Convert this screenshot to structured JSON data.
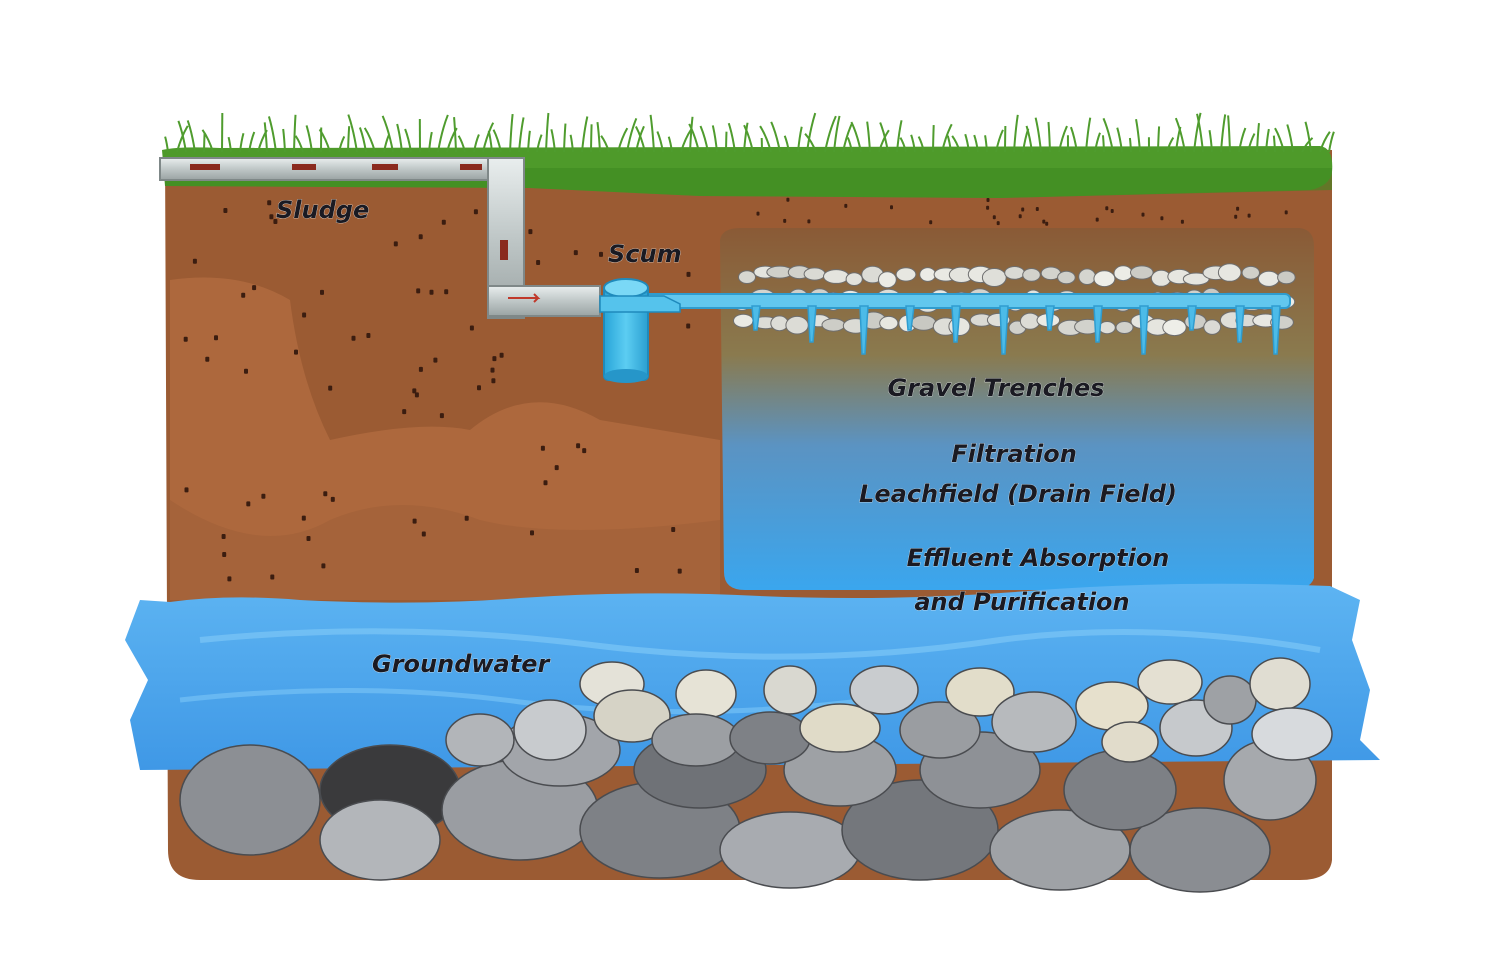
{
  "labels": {
    "sludge": "Sludge",
    "scum": "Scum",
    "gravel_trenches": "Gravel Trenches",
    "filtration": "Filtration",
    "leachfield": "Leachfield (Drain Field)",
    "effluent_line1": "Effluent Absorption",
    "effluent_line2": "and Purification",
    "groundwater": "Groundwater"
  },
  "colors": {
    "grass": "#4e9a2a",
    "soil_dark": "#9a5a32",
    "soil_light": "#b0693f",
    "water": "#4aa3ec",
    "pipe": "#cfd6d6",
    "tank": "#38b6e6",
    "rock": "#8e9196"
  }
}
